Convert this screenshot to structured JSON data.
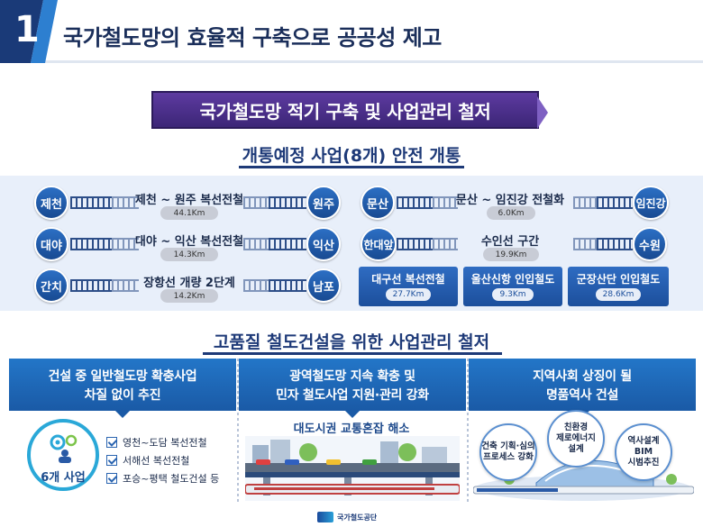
{
  "header": {
    "number": "1",
    "title": "국가철도망의 효율적 구축으로 공공성 제고"
  },
  "banner": {
    "text": "국가철도망 적기 구축 및 사업관리 철저"
  },
  "section1": {
    "title": "개통예정 사업(8개) 안전 개통"
  },
  "routes_left": [
    {
      "from": "제천",
      "to": "원주",
      "name": "제천 ~ 원주 복선전철",
      "length": "44.1Km"
    },
    {
      "from": "대야",
      "to": "익산",
      "name": "대야 ~ 익산 복선전철",
      "length": "14.3Km"
    },
    {
      "from": "간치",
      "to": "남포",
      "name": "장항선 개량 2단계",
      "length": "14.2Km"
    }
  ],
  "routes_right": [
    {
      "from": "문산",
      "to": "임진강",
      "name": "문산 ~ 임진강 전철화",
      "length": "6.0Km"
    },
    {
      "from": "한대앞",
      "to": "수원",
      "name": "수인선 구간",
      "length": "19.9Km"
    }
  ],
  "route_boxes": [
    {
      "name": "대구선 복선전철",
      "length": "27.7Km"
    },
    {
      "name": "울산신항 인입철도",
      "length": "9.3Km"
    },
    {
      "name": "군장산단 인입철도",
      "length": "28.6Km"
    }
  ],
  "section2": {
    "title": "고품질 철도건설을 위한 사업관리 철저"
  },
  "cards": [
    {
      "line1": "건설 중 일반철도망 확충사업",
      "line2": "차질 없이 추진"
    },
    {
      "line1": "광역철도망 지속 확충 및",
      "line2": "민자 철도사업 지원·관리 강화"
    },
    {
      "line1": "지역사회 상징이 될",
      "line2": "명품역사 건설"
    }
  ],
  "card1": {
    "badge": "6개 사업",
    "items": [
      "영천~도담 복선전철",
      "서해선 복선전철",
      "포승~평택 철도건설 등"
    ]
  },
  "card2": {
    "caption": "대도시권 교통혼잡 해소"
  },
  "card3": {
    "bubbles": [
      "건축 기획·심의\n프로세스 강화",
      "친환경\n제로에너지\n설계",
      "역사설계\nBIM\n시범추진"
    ]
  },
  "footer": {
    "logo": "국가철도공단"
  },
  "colors": {
    "navy": "#1e3a78",
    "purple": "#4a2e8c",
    "blue": "#1a5aa6",
    "light": "#e8effa"
  }
}
